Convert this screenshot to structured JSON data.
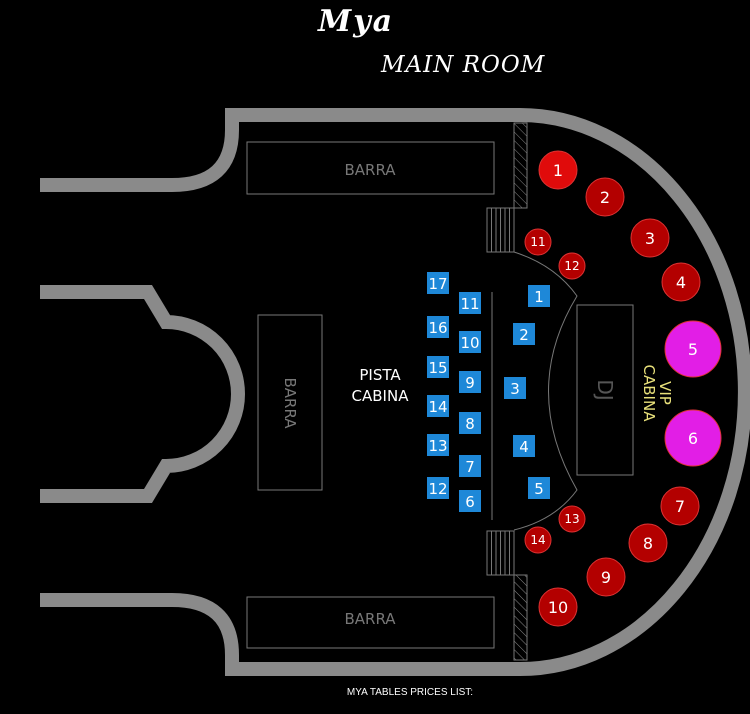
{
  "header": {
    "logo": "Mya",
    "title": "MAIN ROOM"
  },
  "areas": {
    "bar_top": "BARRA",
    "bar_left": "BARRA",
    "bar_bottom": "BARRA",
    "dance_floor": [
      "PISTA",
      "CABINA"
    ],
    "dj": "DJ",
    "vip": [
      "VIP",
      "CABINA"
    ]
  },
  "colors": {
    "wall": "#8a8a8a",
    "vip_red_bright": "#e00b0b",
    "vip_red": "#b30000",
    "vip_magenta": "#e21ee6",
    "pista_blue": "#1e88d8",
    "vip_label": "#e8e07a"
  },
  "vip_tables": [
    "1",
    "2",
    "3",
    "4",
    "5",
    "6",
    "7",
    "8",
    "9",
    "10",
    "11",
    "12",
    "13",
    "14"
  ],
  "pista_tables": [
    "1",
    "2",
    "3",
    "4",
    "5",
    "6",
    "7",
    "8",
    "9",
    "10",
    "11",
    "12",
    "13",
    "14",
    "15",
    "16",
    "17"
  ],
  "footer": "MYA TABLES PRICES LIST:"
}
